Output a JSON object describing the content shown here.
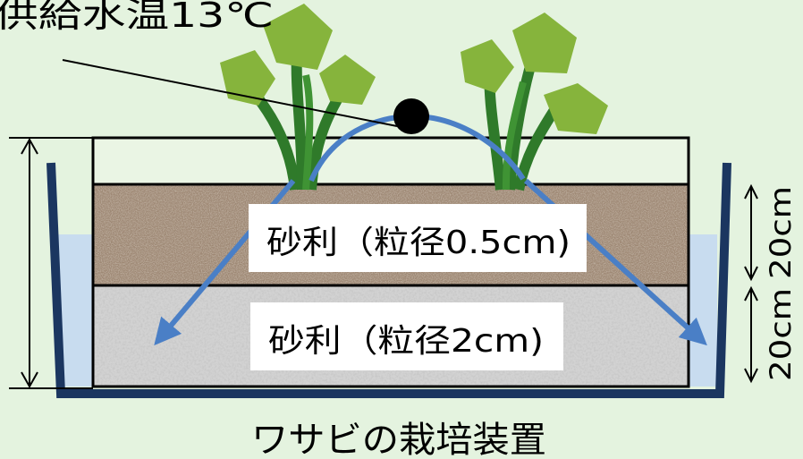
{
  "labels": {
    "supply_water_temp": "供給水温13℃",
    "upper_layer": "砂利（粒径0.5cm)",
    "lower_layer": "砂利（粒径2cm)",
    "upper_height": "20cm",
    "lower_height": "20cm",
    "caption": "ワサビの栽培装置"
  },
  "colors": {
    "background": "#e4f3df",
    "container": "#1b3660",
    "water": "#c8dcef",
    "flow_arrow": "#4a7fc6",
    "upper_gravel": "#9d8773",
    "lower_gravel": "#cfcfcf",
    "leaf_light": "#86b43c",
    "leaf_dark": "#2f7a2a"
  }
}
